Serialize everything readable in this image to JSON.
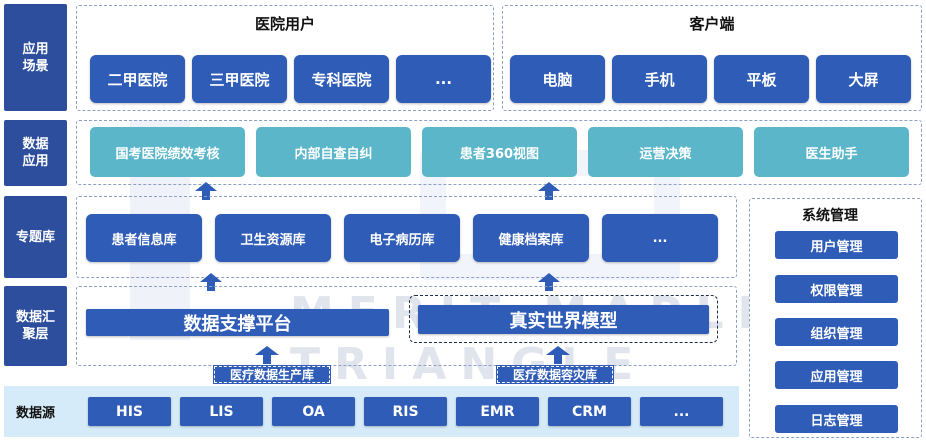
{
  "rows": {
    "scene": "应用\n场景",
    "data_app": "数据\n应用",
    "topic": "专题库",
    "aggregate": "数据汇\n聚层",
    "source": "数据源"
  },
  "hospital_users": {
    "title": "医院用户",
    "items": [
      "二甲医院",
      "三甲医院",
      "专科医院",
      "..."
    ]
  },
  "clients": {
    "title": "客户端",
    "items": [
      "电脑",
      "手机",
      "平板",
      "大屏"
    ]
  },
  "applications": [
    "国考医院绩效考核",
    "内部自查自纠",
    "患者360视图",
    "运营决策",
    "医生助手"
  ],
  "topic_libs": [
    "患者信息库",
    "卫生资源库",
    "电子病历库",
    "健康档案库",
    "..."
  ],
  "aggregate": {
    "platform": "数据支撑平台",
    "model": "真实世界模型",
    "prod_db": "医疗数据生产库",
    "cont_db": "医疗数据容灾库"
  },
  "sources": [
    "HIS",
    "LIS",
    "OA",
    "RIS",
    "EMR",
    "CRM",
    "..."
  ],
  "system_mgmt": {
    "title": "系统管理",
    "items": [
      "用户管理",
      "权限管理",
      "组织管理",
      "应用管理",
      "日志管理"
    ]
  },
  "watermark": {
    "text": "MERIT MAPLE TRIANGLE"
  },
  "colors": {
    "sidebar": "#2c4e9c",
    "primary": "#2f5cb7",
    "teal": "#5ab6c8",
    "source_band": "#d6ebf9"
  }
}
